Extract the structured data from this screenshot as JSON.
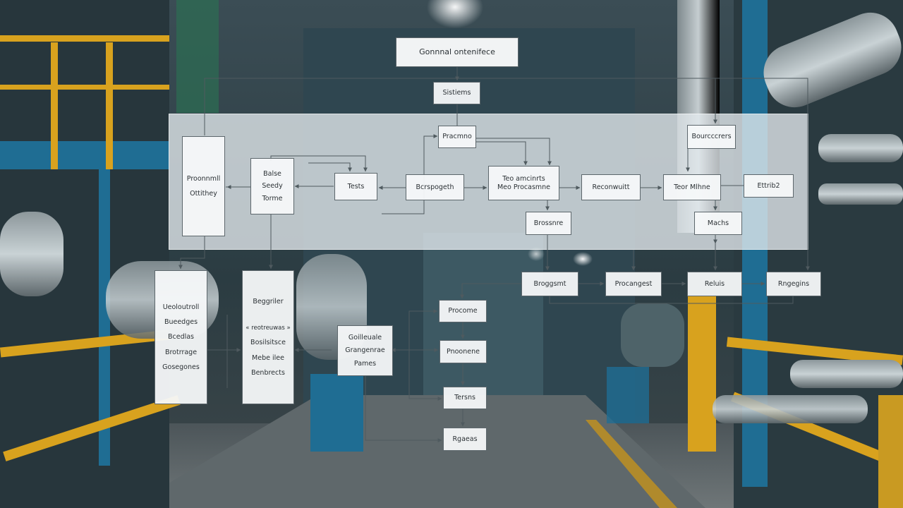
{
  "diagram": {
    "title": "Gonnnal ontenifece",
    "nodes": {
      "top_system": "Sistiems",
      "left_panel": [
        "Proonnmll",
        "Ottithey"
      ],
      "balse_seedy": [
        "Balse",
        "Seedy",
        "Torme"
      ],
      "tests": "Tests",
      "preamno": "Pracmno",
      "bcrspogeth": "Bcrspogeth",
      "ramelpre": [
        "Teo amcinrts",
        "Meo Procasmne"
      ],
      "reconwuit": "Reconwuitt",
      "teor_mrhe": "Teor Mlhne",
      "bourccrers": "Bourcccrers",
      "ettrib2": "Ettrib2",
      "broeanne": "Brossnre",
      "machs": "Machs",
      "left_lower": [
        "Ueoloutroll",
        "Bueedges",
        "Bcedlas",
        "Brotrrage",
        "Gosegones"
      ],
      "beggriler": [
        "Beggriler",
        "« reotreuwas »",
        "Bosilsitsce",
        "Mebe ilee",
        "Benbrects"
      ],
      "gomanrs": [
        "Goilleuale",
        "Grangenrae",
        "Pames"
      ],
      "procome": "Procome",
      "pnoonene": "Pnoonene",
      "tersns": "Tersns",
      "rgaeas": "Rgaeas",
      "row_brogaent": "Broggsmt",
      "row_procanger": "Procangest",
      "row_reluis": "Reluis",
      "row_rngegins": "Rngegins"
    }
  }
}
